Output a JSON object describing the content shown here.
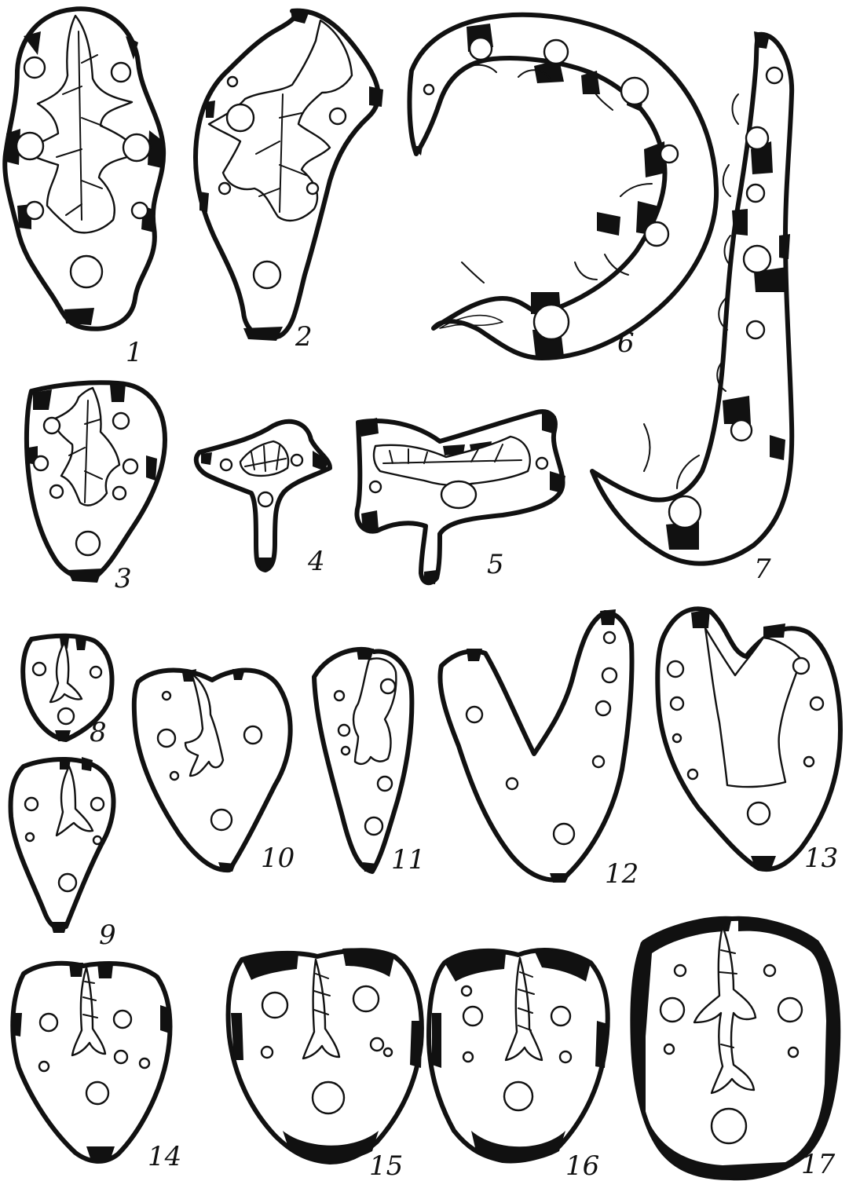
{
  "figures": [
    {
      "id": "fig-1",
      "label": "1"
    },
    {
      "id": "fig-2",
      "label": "2"
    },
    {
      "id": "fig-3",
      "label": "3"
    },
    {
      "id": "fig-4",
      "label": "4"
    },
    {
      "id": "fig-5",
      "label": "5"
    },
    {
      "id": "fig-6",
      "label": "6"
    },
    {
      "id": "fig-7",
      "label": "7"
    },
    {
      "id": "fig-8",
      "label": "8"
    },
    {
      "id": "fig-9",
      "label": "9"
    },
    {
      "id": "fig-10",
      "label": "10"
    },
    {
      "id": "fig-11",
      "label": "11"
    },
    {
      "id": "fig-12",
      "label": "12"
    },
    {
      "id": "fig-13",
      "label": "13"
    },
    {
      "id": "fig-14",
      "label": "14"
    },
    {
      "id": "fig-15",
      "label": "15"
    },
    {
      "id": "fig-16",
      "label": "16"
    },
    {
      "id": "fig-17",
      "label": "17"
    }
  ]
}
